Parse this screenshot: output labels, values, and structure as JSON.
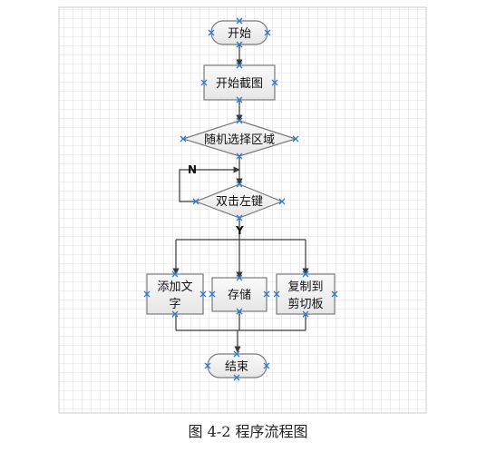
{
  "nodes": {
    "start": "开始",
    "capture": "开始截图",
    "select": "随机选择区域",
    "dblclick": "双击左键",
    "addtext_line1": "添加文",
    "addtext_line2": "字",
    "save": "存储",
    "copy_line1": "复制到",
    "copy_line2": "剪切板",
    "end": "结束"
  },
  "edge_labels": {
    "no": "N",
    "yes": "Y"
  },
  "caption": "图 4-2  程序流程图",
  "colors": {
    "grid": "#d6d6d6",
    "node_border": "#7a7a7a",
    "handle": "#2b7bd6",
    "line": "#3a3a3a"
  }
}
